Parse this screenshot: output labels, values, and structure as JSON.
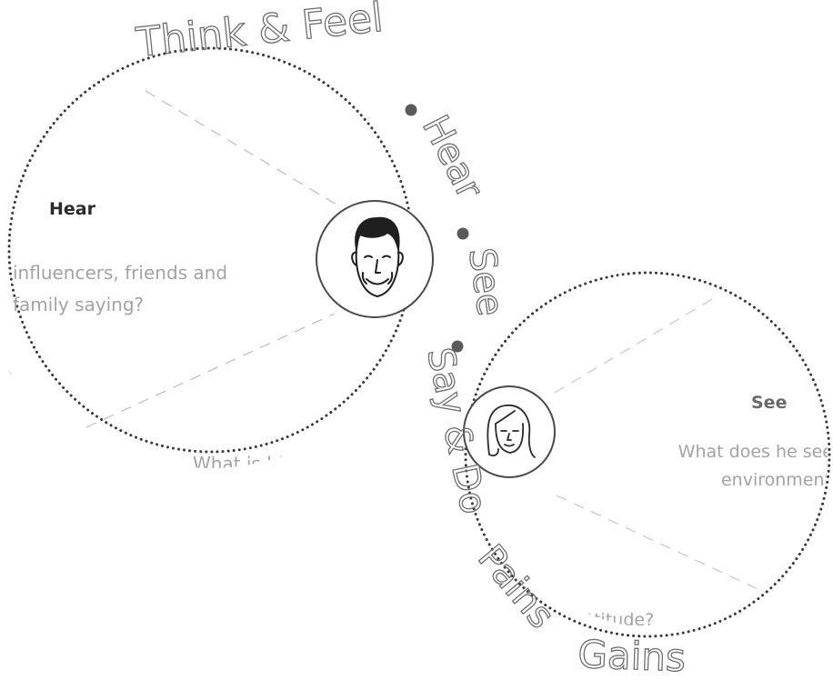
{
  "arc_labels": {
    "think_feel": "Think & Feel",
    "hear": "Hear",
    "see": "See",
    "say_do": "Say & Do",
    "pains": "Pains",
    "gains": "Gains"
  },
  "left_circle": {
    "heading": "Hear",
    "body_line1": "influencers, friends and",
    "body_line2": "family saying?",
    "bottom_text": "What is hi"
  },
  "right_circle": {
    "heading": "See",
    "body_line1": "What does he see",
    "body_line2": "environment",
    "bottom_text": "attitude?"
  },
  "colors": {
    "dot": "#5a5a5a",
    "outline_text": "#6f6f6f",
    "body_text": "#a3a3a3",
    "heading_dark": "#2b2b2b",
    "heading_light": "#6a6a6a",
    "dashed_line": "#bdbdbd"
  },
  "icons": {
    "male_avatar": "male-face-icon",
    "female_avatar": "female-face-icon"
  }
}
